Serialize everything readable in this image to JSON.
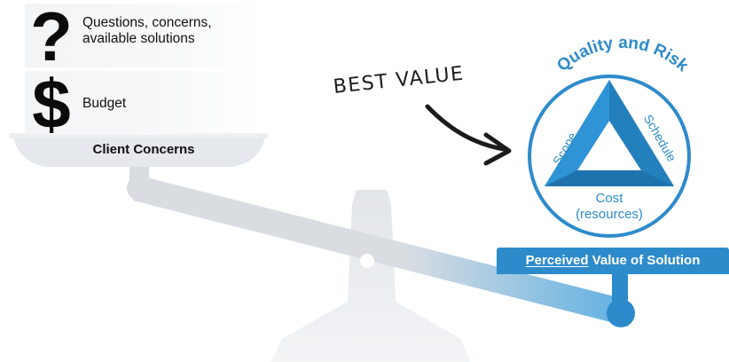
{
  "client": {
    "question_glyph": "?",
    "question_text": "Questions, concerns, available solutions",
    "budget_glyph": "$",
    "budget_text": "Budget",
    "pan_label": "Client Concerns"
  },
  "annotation": {
    "best_value": "BEST VALUE"
  },
  "solution": {
    "ring_title": "Quality and Risk",
    "triangle_left": "Scope",
    "triangle_right": "Schedule",
    "triangle_bottom_line1": "Cost",
    "triangle_bottom_line2": "(resources)",
    "pan_label_emphasis": "Perceived",
    "pan_label_rest": " Value of Solution"
  },
  "colors": {
    "accent_blue": "#2d8bcb",
    "scale_gray": "#d7dbe0"
  }
}
